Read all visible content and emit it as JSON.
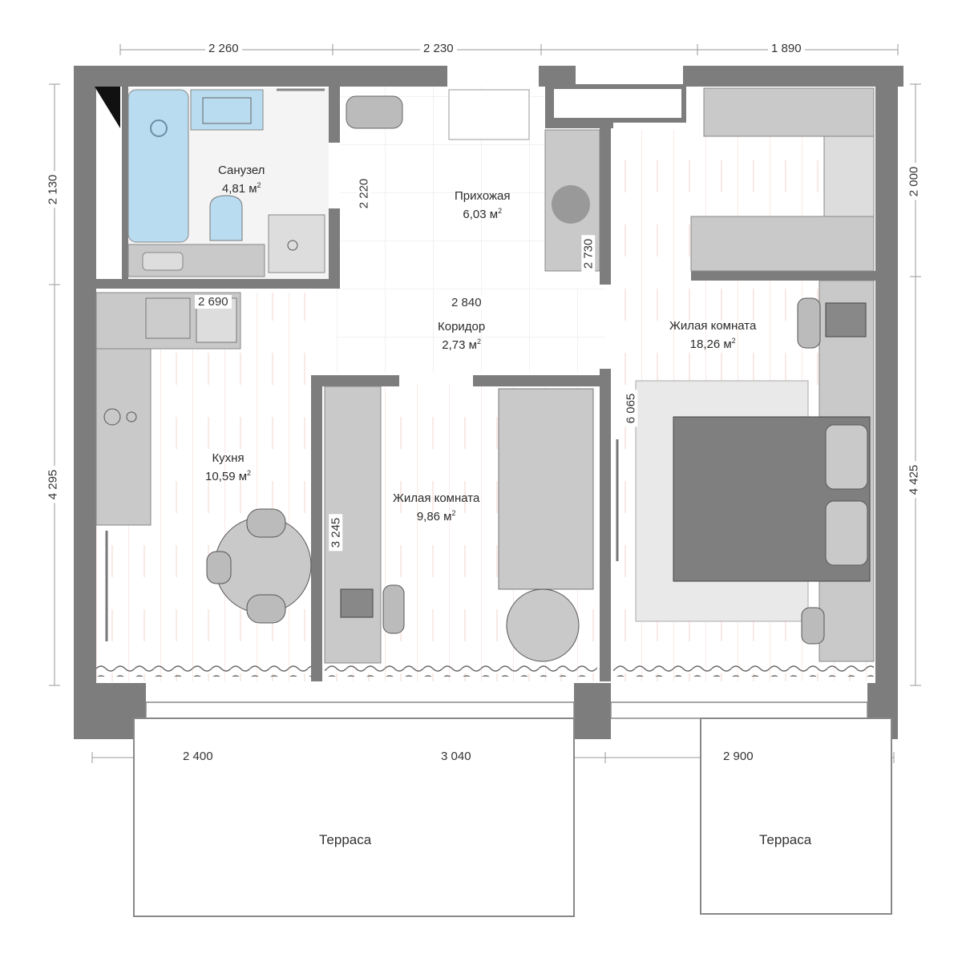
{
  "rooms": {
    "bathroom": {
      "name": "Санузел",
      "area": "4,81 м",
      "unit_sup": "2"
    },
    "hallway": {
      "name": "Прихожая",
      "area": "6,03 м",
      "unit_sup": "2"
    },
    "corridor": {
      "name": "Коридор",
      "area": "2,73 м",
      "unit_sup": "2"
    },
    "kitchen": {
      "name": "Кухня",
      "area": "10,59 м",
      "unit_sup": "2"
    },
    "living_small": {
      "name": "Жилая комната",
      "area": "9,86 м",
      "unit_sup": "2"
    },
    "living_large": {
      "name": "Жилая комната",
      "area": "18,26 м",
      "unit_sup": "2"
    },
    "terrace_left": {
      "name": "Терраса"
    },
    "terrace_right": {
      "name": "Терраса"
    }
  },
  "dimensions": {
    "top_left": "2 260",
    "top_middle": "2 230",
    "top_right": "1 890",
    "left_upper": "2 130",
    "left_lower": "4 295",
    "right_upper": "2 000",
    "right_lower": "4 425",
    "bottom_left": "2 400",
    "bottom_middle": "3 040",
    "bottom_right": "2 900",
    "bath_door": "2 220",
    "hall_wardrobe": "2 730",
    "kitchen_width": "2 690",
    "corridor_width": "2 840",
    "room_small_depth": "3 245",
    "room_large_depth": "6 065"
  },
  "colors": {
    "wall": "#7d7d7d",
    "floor": "#f9e9e3",
    "furniture": "#c9c9c9",
    "bath_fixture": "#b9dcf0",
    "bed": "#7f7f7f"
  }
}
